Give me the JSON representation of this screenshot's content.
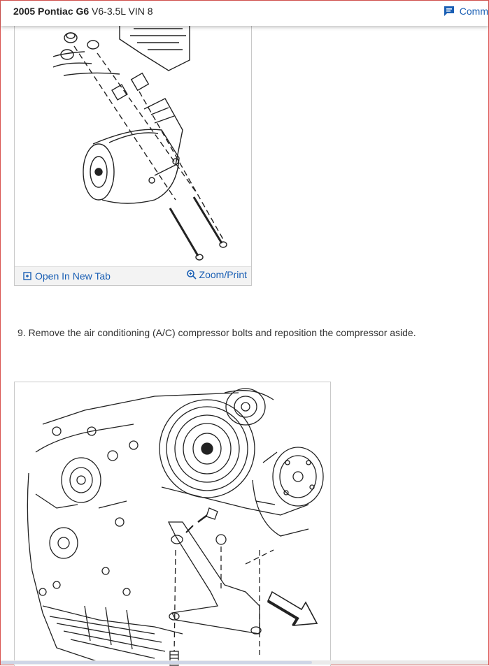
{
  "header": {
    "title_bold": "2005 Pontiac G6",
    "title_rest": " V6-3.5L VIN 8",
    "comments_label": "Comm"
  },
  "figure1": {
    "open_tab_label": "Open In New Tab",
    "zoom_label": "Zoom/Print"
  },
  "step": {
    "text": "9. Remove the air conditioning (A/C) compressor bolts and reposition the compressor aside."
  },
  "colors": {
    "link": "#1a5fb4",
    "text": "#333333"
  }
}
